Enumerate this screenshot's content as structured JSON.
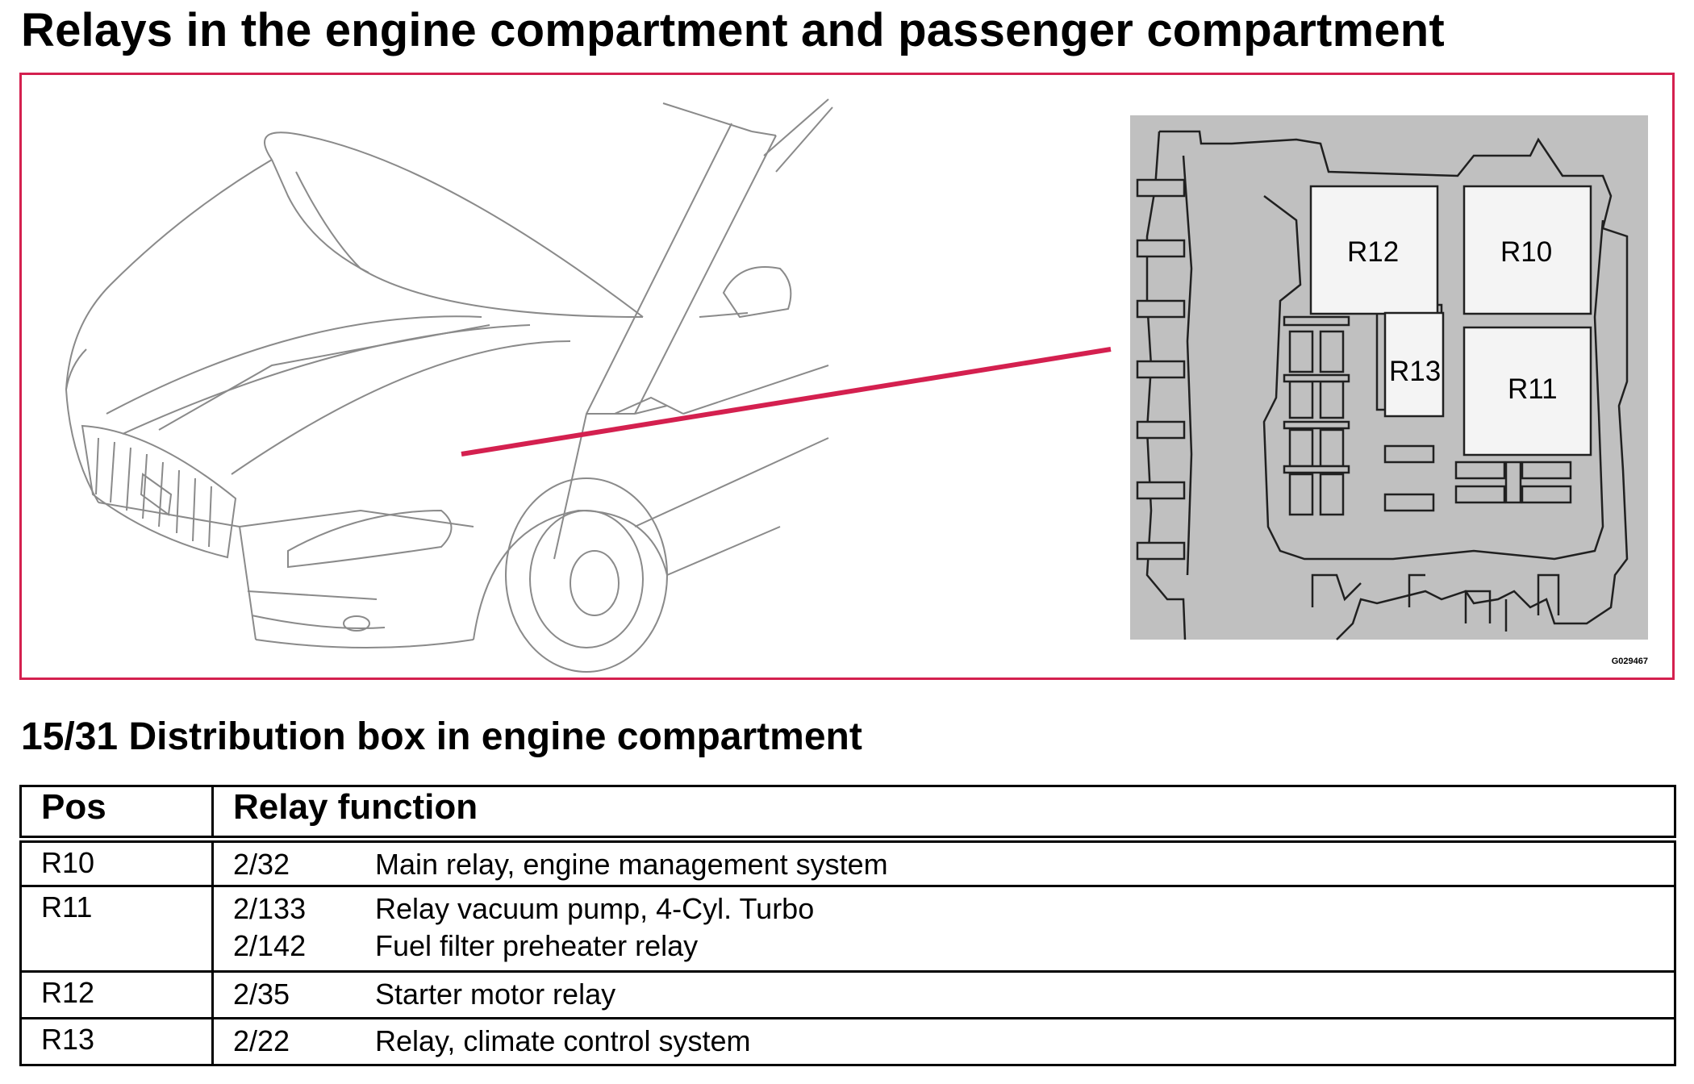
{
  "page": {
    "title": "Relays in the engine compartment and passenger compartment",
    "subtitle": "15/31 Distribution box in engine compartment"
  },
  "figure": {
    "code": "G029467",
    "relays": [
      "R12",
      "R10",
      "R13",
      "R11"
    ],
    "colors": {
      "frame": "#d4204f",
      "pointer": "#d4204f",
      "box_bg": "#c0c0c0",
      "line_art": "#808080"
    }
  },
  "table": {
    "headers": {
      "pos": "Pos",
      "function": "Relay function"
    },
    "rows": [
      {
        "pos": "R10",
        "entries": [
          {
            "ref": "2/32",
            "desc": "Main relay, engine management system"
          }
        ]
      },
      {
        "pos": "R11",
        "entries": [
          {
            "ref": "2/133",
            "desc": "Relay vacuum pump, 4-Cyl. Turbo"
          },
          {
            "ref": "2/142",
            "desc": "Fuel filter preheater relay"
          }
        ]
      },
      {
        "pos": "R12",
        "entries": [
          {
            "ref": "2/35",
            "desc": "Starter motor relay"
          }
        ]
      },
      {
        "pos": "R13",
        "entries": [
          {
            "ref": "2/22",
            "desc": "Relay, climate control system"
          }
        ]
      }
    ]
  }
}
